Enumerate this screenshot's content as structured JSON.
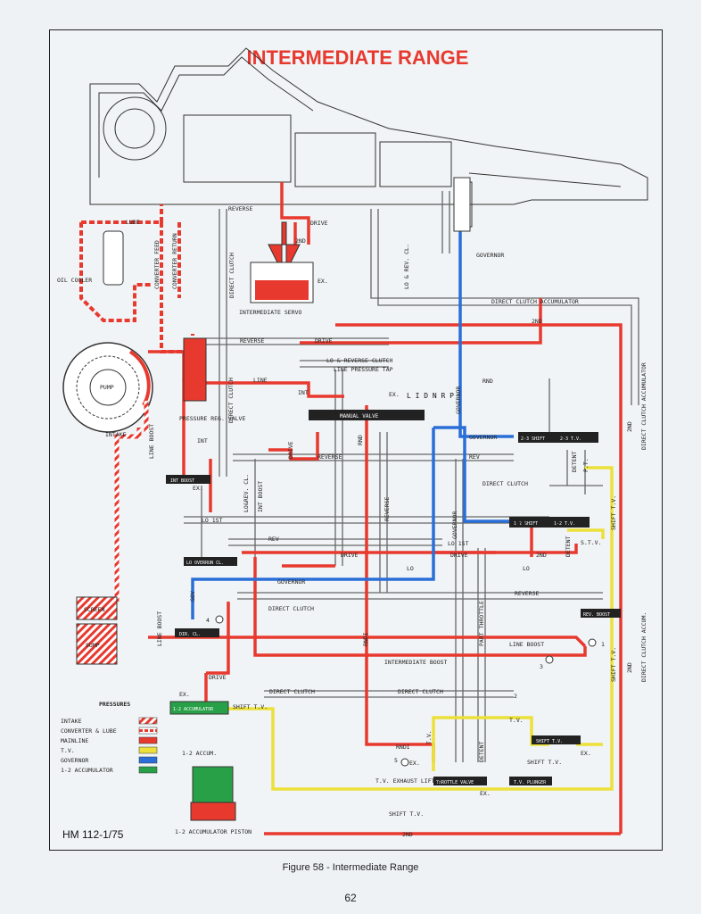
{
  "title": "INTERMEDIATE RANGE",
  "figure_caption": "Figure 58 - Intermediate Range",
  "page_number": "62",
  "drawing_code": "HM 112-1/75",
  "colors": {
    "mainline": "#e8392f",
    "tv": "#ece03a",
    "governor": "#2a6ed8",
    "accumulator": "#28a048",
    "line": "#555555",
    "title": "#e8392f"
  },
  "labels": {
    "oil_cooler": "OIL COOLER",
    "lube": "LUBE",
    "converter_feed": "CONVERTER FEED",
    "converter_return": "CONVERTER RETURN",
    "reverse": "REVERSE",
    "direct_clutch": "DIRECT CLUTCH",
    "drive": "DRIVE",
    "second": "2ND",
    "ex": "EX.",
    "lo_rev_cl": "LO & REV. CL.",
    "governor": "GOVERNOR",
    "intermediate_servo": "INTERMEDIATE SERVO",
    "direct_clutch_accumulator": "DIRECT CLUTCH ACCUMULATOR",
    "lo_reverse_clutch": "LO & REVERSE CLUTCH",
    "line_pressure_tap": "LINE PRESSURE TAP",
    "line": "LINE",
    "pump": "PUMP",
    "pressure_reg_valve": "PRESSURE REG. VALVE",
    "int": "INT",
    "rnd": "RND",
    "manual_valve": "MANUAL VALVE",
    "selector": "L I D N R P",
    "intake": "INTAKE",
    "line_boost": "LINE BOOST",
    "rev": "REV",
    "int_boost": "INT BOOST",
    "lo_rev_cl_short": "LO&REV. CL.",
    "lo_1st": "LO 1ST",
    "lo_overrun_cl": "LO OVERRUN CL.",
    "lo": "LO",
    "shift_valve_23": "2-3 SHIFT",
    "tv_23": "2-3 T.V.",
    "shift_valve_12": "1-2 SHIFT",
    "tv_12": "1-2 T.V.",
    "detent": "DETENT",
    "pt": "P.T.",
    "stv": "S.T.V.",
    "shift_tv": "SHIFT T.V.",
    "gov": "GOV",
    "part_throttle": "PART THROTTLE",
    "rev_boost": "REV. BOOST",
    "screen": "SCREEN",
    "sump": "SUMP",
    "intermediate_boost": "INTERMEDIATE BOOST",
    "accumulator_12": "1-2 ACCUMULATOR",
    "accum_12": "1-2 ACCUM.",
    "accumulator_piston": "1-2 ACCUMULATOR PISTON",
    "rndi": "RNDI",
    "tv": "T.V.",
    "tv_exhaust_lifter": "T.V. EXHAUST LIFTER",
    "throttle_valve": "THROTTLE VALVE",
    "tv_plunger": "T.V. PLUNGER",
    "shift_tv_valve": "SHIFT T.V.",
    "direct_clutch_accum": "DIRECT CLUTCH ACCUM.",
    "dc_check": "DIR. CL.",
    "n1": "1",
    "n2": "2",
    "n3": "3",
    "n4": "4",
    "n5": "5"
  },
  "legend": {
    "heading": "PRESSURES",
    "items": [
      {
        "label": "INTAKE",
        "color": "#e8392f",
        "pattern": "stripe"
      },
      {
        "label": "CONVERTER & LUBE",
        "color": "#e8392f",
        "pattern": "dash"
      },
      {
        "label": "MAINLINE",
        "color": "#e8392f",
        "pattern": "solid"
      },
      {
        "label": "T.V.",
        "color": "#ece03a",
        "pattern": "solid"
      },
      {
        "label": "GOVERNOR",
        "color": "#2a6ed8",
        "pattern": "solid"
      },
      {
        "label": "1-2 ACCUMULATOR",
        "color": "#28a048",
        "pattern": "solid"
      }
    ]
  }
}
